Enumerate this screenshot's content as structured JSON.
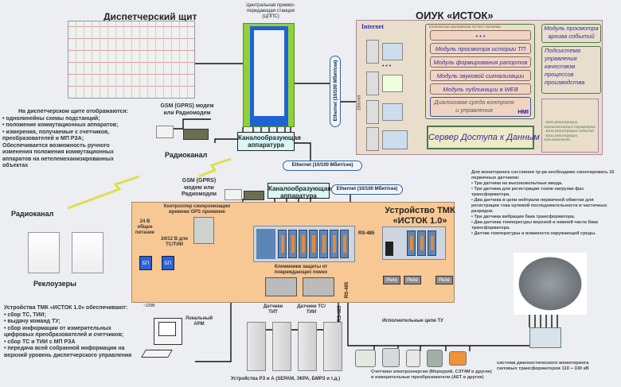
{
  "dispatch_board": {
    "title": "Диспетчерский щит",
    "features_intro": "На диспетчерском щите отображаются:",
    "features": [
      "однолинейны схемы подстанций;",
      "положение коммутационных аппаратов;",
      "измерения, получаемые с счетчиков, преобразователей и МП РЗА;"
    ],
    "note": "Обеспечивается возможность ручного изменения положения коммутационных аппаратов на нетелемеханизированных объектах"
  },
  "central_station": {
    "label": "Центральная приемо-передающая станция (ЦППС)"
  },
  "channel_equipment_1": "Каналообразующая аппаратура",
  "channel_equipment_2": "Каналообразующая аппаратура",
  "ethernet_vertical": "Ethernet (10/100 Мбит/сек)",
  "ethernet_1": "Ethernet (10/100 Мбит/сек)",
  "ethernet_2": "Ethernet (10/100 Мбит/сек)",
  "oiuk": {
    "title": "ОИУК «ИСТОК»",
    "internet": "Internet",
    "ethernet": "Ethernet",
    "scada_caption": "Клиентские приложения SCADA-системы",
    "modules": [
      "• • •",
      "Модуль просмотра истории ТП",
      "Модуль формирования рапортов",
      "Модуль звуковой сигнализации",
      "Модуль публикации в WEB",
      "Диалоговая среда контроля и управления"
    ],
    "hmi": "HMI",
    "ellipsis": "• • •",
    "archive": "Модуль просмотра архива событий",
    "quality": "Подсистема управления качеством процессов производства",
    "server": "Сервер Доступа к Данным",
    "db_list": [
      "- База регистрации технологических параметров",
      "- База регистрации событий",
      "- База регистрации пользователей"
    ]
  },
  "gsm_top": "GSM (GPRS) модем или Радиомодем",
  "gsm_bottom": "GSM (GPRS) модем или Радиомодем",
  "radio_1": "Радиоканал",
  "radio_2": "Радиоканал",
  "reclosers": "Реклоузеры",
  "tmk": {
    "title_1": "Устройство ТМК",
    "title_2": "«ИСТОК 1.0»",
    "gps": "Контроллер синхронизации времени GPS приемник",
    "power_24": "24 В общее питание",
    "power_ts": "24/12 В для ТС/ТИИ",
    "bp": "БП",
    "v220": "~220В",
    "terminals": "Клеммники защиты от повреждающих помех",
    "rs485": "RS-485",
    "rs485_v1": "RS-485",
    "rs485_v2": "RS-485",
    "relays": [
      "Реле",
      "Реле",
      "Реле"
    ],
    "sensors_tit": "Датчики ТИТ",
    "sensors_ts": "Датчики ТС/ТИИ",
    "tu_circuits": "Исполнительные цепи ТУ"
  },
  "monitoring": {
    "intro": "Для мониторинга состояния тр-ра необходимо смонтировать 15 первичных датчиков:",
    "items": [
      "Три датчика на высоковольтные ввода.",
      "Три датчика для регистрации токов нагрузки фаз трансформатора.",
      "Два датчика в цепи нейтрали первичной обмотки для регистрации тока нулевой последовательности и частичных разрядов.",
      "Три датчика вибрации бака трансформатора.",
      "Два датчика температуры верхней и нижней части бака трансформатора.",
      "Датчик температуры и влажности окружающей среды."
    ],
    "caption": "система диагностического мониторинга силовых трансформаторов 110 ÷ 330 кВ"
  },
  "tmk_provides": {
    "intro": "Устройства ТМК «ИСТОК 1.0» обеспечивают:",
    "items": [
      "сбор ТС, ТИИ;",
      "выдачу команд ТУ;",
      "сбор информации от измерительных цифровых преобразователей и счетчиков;",
      "сбор ТС и ТИИ с МП РЗА",
      "передача всей собранной информации на верхний уровень диспетчерского управления"
    ]
  },
  "local_arm": "Локальный АРМ",
  "rza_caption": "Устройства РЗ и А (SEPAM, ЭКРА, БМРЗ и т.д.)",
  "meters_caption": "Счетчики электроэнергии (Меркурий, СЭТ4М и другие) и измерительные преобразователи (АЕТ и другие)",
  "colors": {
    "tmk_bg": "#f8c894",
    "oiuk_bg": "#e9ddcc",
    "cabinet_green": "#8fd13a",
    "cabinet_blue": "#1f62d6",
    "module_text": "#3030a0",
    "bp_blue": "#2a62d8"
  }
}
